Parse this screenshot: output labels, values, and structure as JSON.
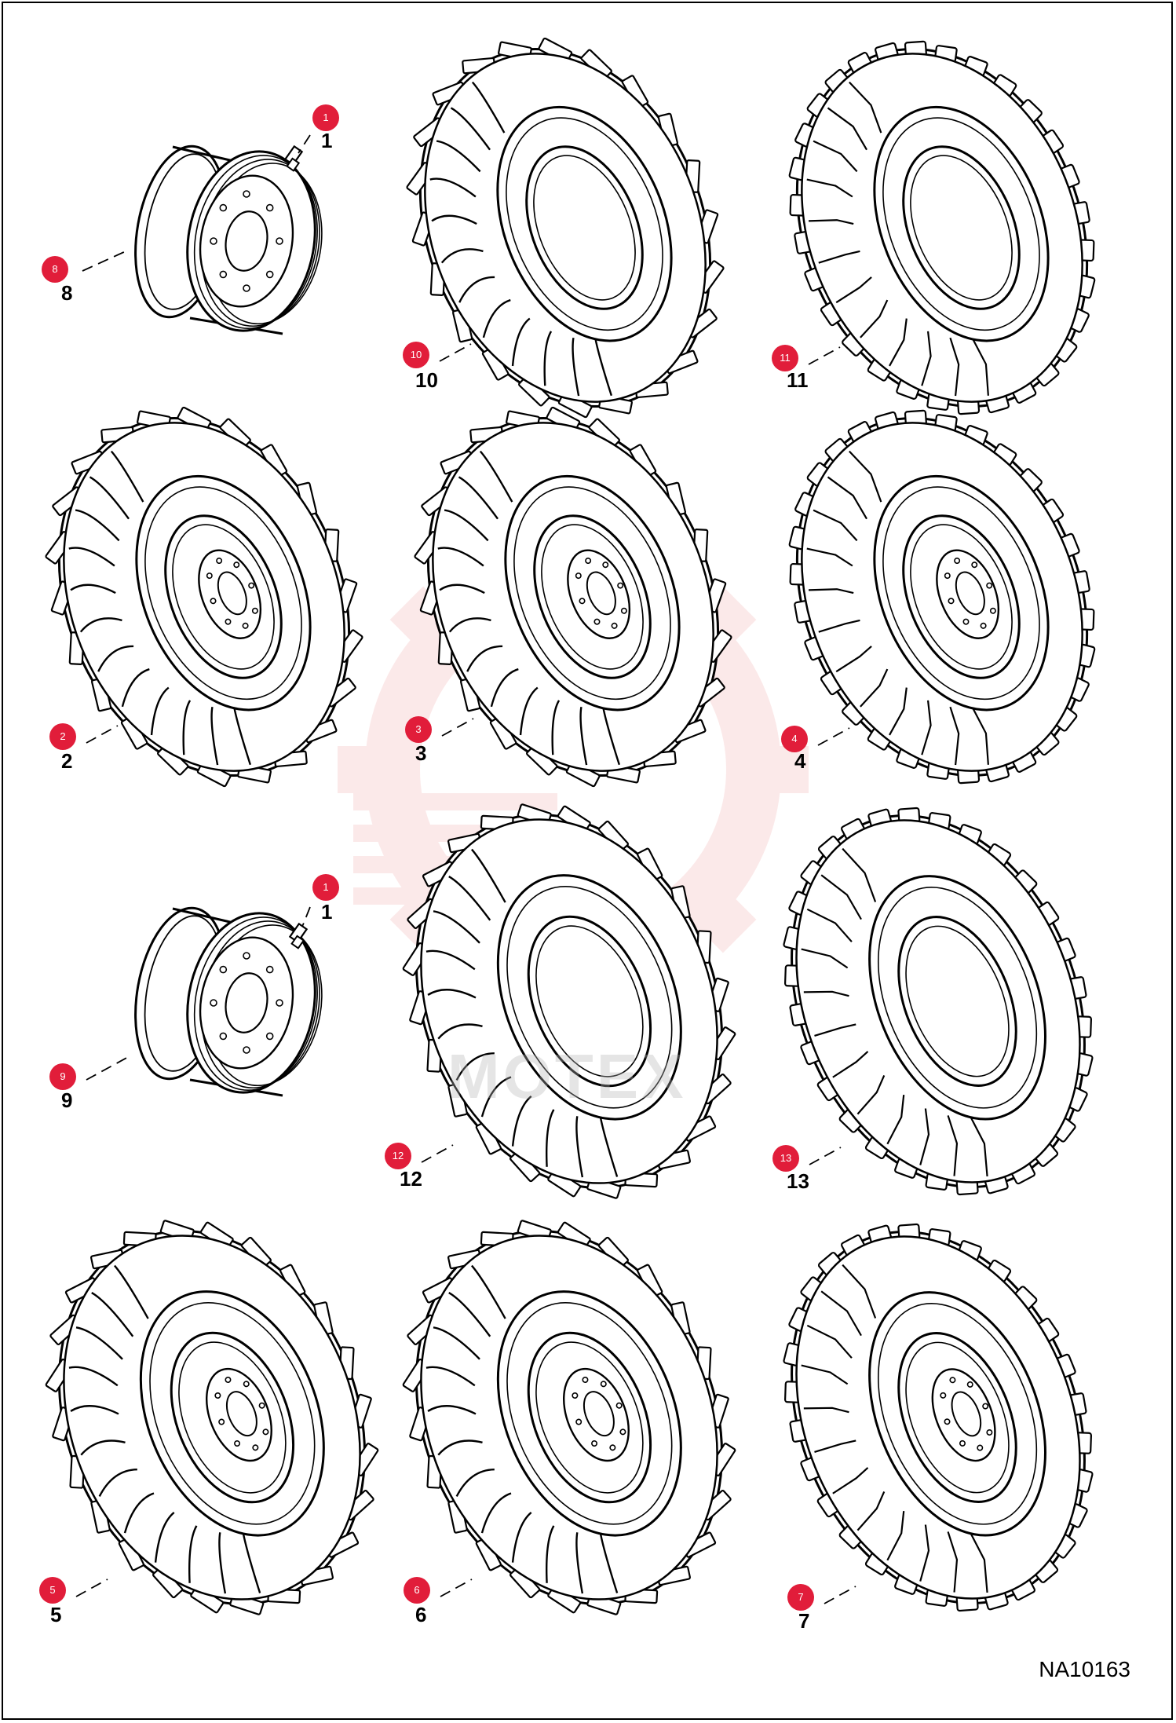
{
  "document_id": "NA10163",
  "watermark": "MOTEX",
  "colors": {
    "callout": "#e11d3a",
    "line": "#000000",
    "watermark": "#f3b3b3"
  },
  "parts": [
    {
      "id": "rim-1",
      "type": "rim",
      "callout": "8",
      "label": "8"
    },
    {
      "id": "bolt-1",
      "type": "bolt",
      "callout": "1",
      "label": "1"
    },
    {
      "id": "tire-10",
      "type": "tire-industrial",
      "callout": "10",
      "label": "10"
    },
    {
      "id": "tire-11",
      "type": "tire-block",
      "callout": "11",
      "label": "11"
    },
    {
      "id": "wheel-2",
      "type": "wheel-industrial",
      "callout": "2",
      "label": "2"
    },
    {
      "id": "wheel-3",
      "type": "wheel-industrial",
      "callout": "3",
      "label": "3"
    },
    {
      "id": "wheel-4",
      "type": "wheel-block",
      "callout": "4",
      "label": "4"
    },
    {
      "id": "rim-2",
      "type": "rim",
      "callout": "9",
      "label": "9"
    },
    {
      "id": "bolt-2",
      "type": "bolt",
      "callout": "1",
      "label": "1"
    },
    {
      "id": "tire-12",
      "type": "tire-solideal",
      "callout": "12",
      "label": "12"
    },
    {
      "id": "tire-13",
      "type": "tire-block",
      "callout": "13",
      "label": "13"
    },
    {
      "id": "wheel-5",
      "type": "wheel-solideal",
      "callout": "5",
      "label": "5"
    },
    {
      "id": "wheel-6",
      "type": "wheel-solideal",
      "callout": "6",
      "label": "6"
    },
    {
      "id": "wheel-7",
      "type": "wheel-block",
      "callout": "7",
      "label": "7"
    }
  ]
}
